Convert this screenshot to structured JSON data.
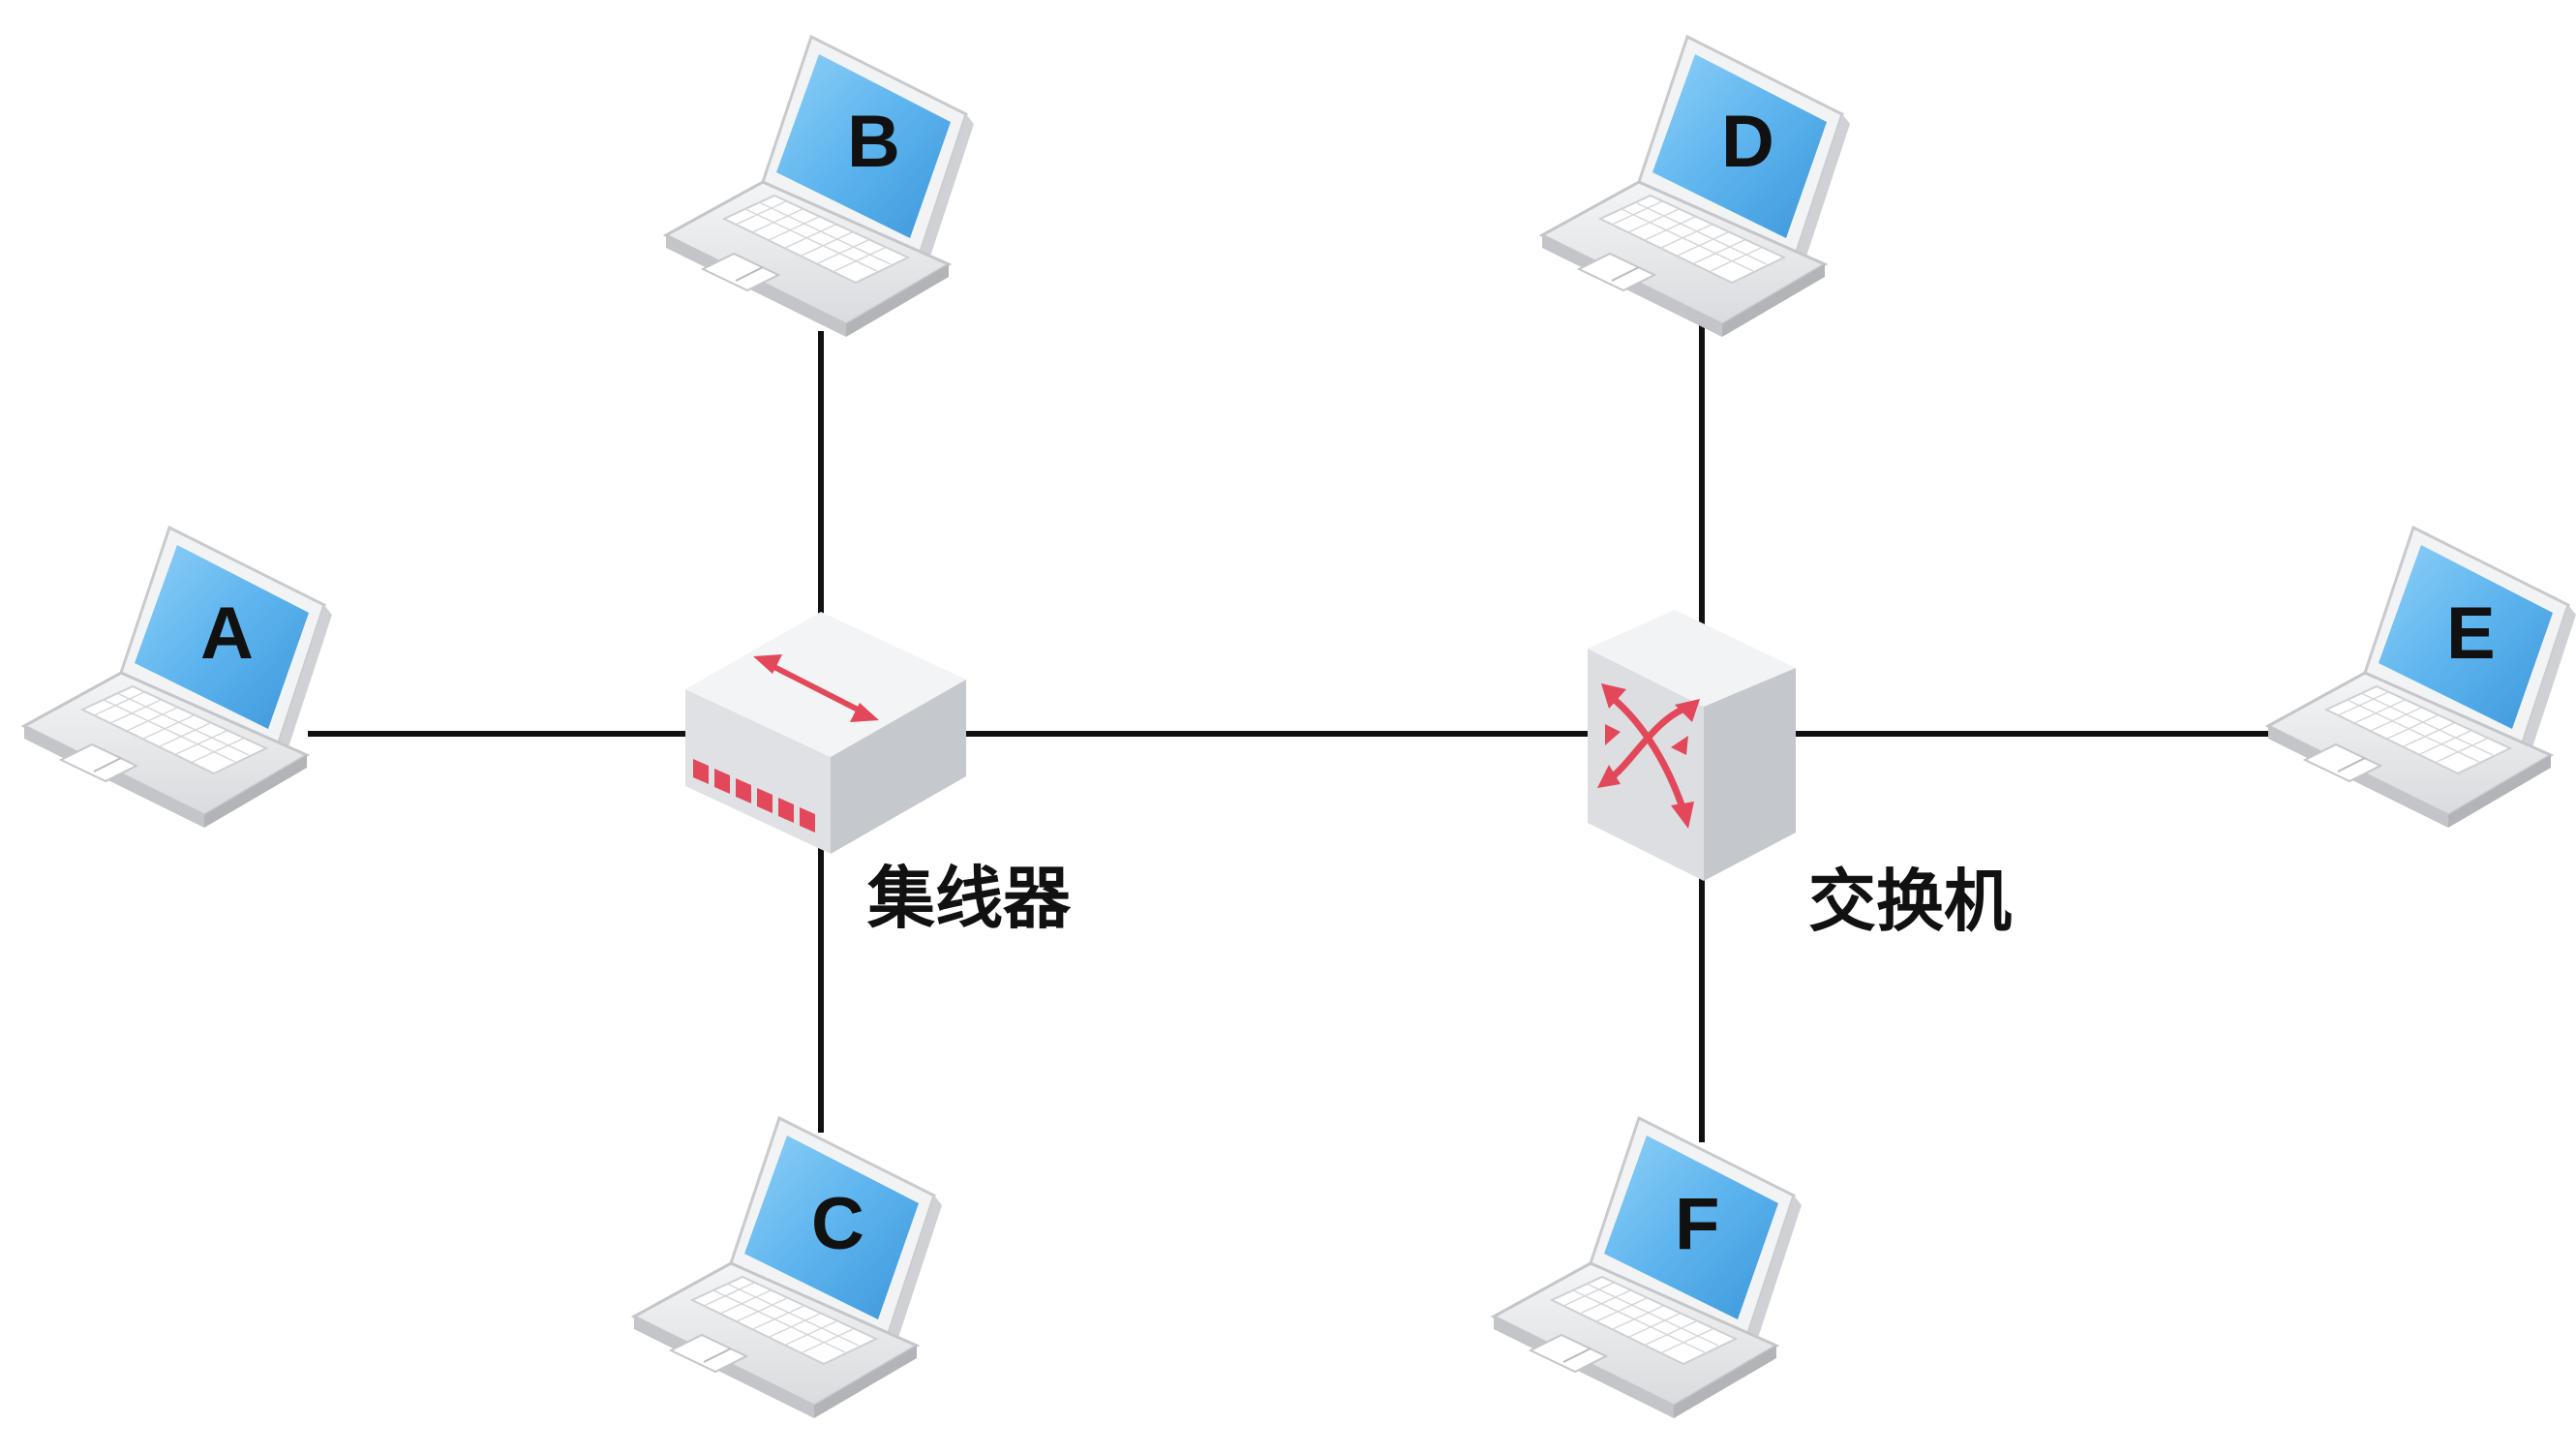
{
  "colors": {
    "link": "#111111",
    "screen": "#5db4ee",
    "screen_dark": "#3a8fd0",
    "body": "#e6e7e9",
    "body_dark": "#c9cbce",
    "accent": "#e2485a"
  },
  "devices": {
    "hub": {
      "label": "集线器",
      "icon": "hub-icon"
    },
    "switch": {
      "label": "交换机",
      "icon": "switch-icon"
    }
  },
  "laptops": {
    "A": {
      "label": "A",
      "icon": "laptop-icon"
    },
    "B": {
      "label": "B",
      "icon": "laptop-icon"
    },
    "C": {
      "label": "C",
      "icon": "laptop-icon"
    },
    "D": {
      "label": "D",
      "icon": "laptop-icon"
    },
    "E": {
      "label": "E",
      "icon": "laptop-icon"
    },
    "F": {
      "label": "F",
      "icon": "laptop-icon"
    }
  },
  "links": [
    {
      "from": "A",
      "to": "hub"
    },
    {
      "from": "B",
      "to": "hub"
    },
    {
      "from": "C",
      "to": "hub"
    },
    {
      "from": "hub",
      "to": "switch"
    },
    {
      "from": "D",
      "to": "switch"
    },
    {
      "from": "E",
      "to": "switch"
    },
    {
      "from": "F",
      "to": "switch"
    }
  ]
}
